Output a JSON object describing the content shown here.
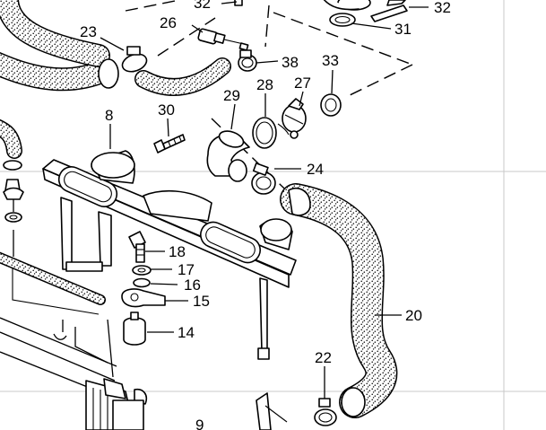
{
  "diagram": {
    "callouts": [
      {
        "id": "c32a",
        "text": "32"
      },
      {
        "id": "c32b",
        "text": "32"
      },
      {
        "id": "c26",
        "text": "26"
      },
      {
        "id": "c31",
        "text": "31"
      },
      {
        "id": "c23",
        "text": "23"
      },
      {
        "id": "c38",
        "text": "38"
      },
      {
        "id": "c33",
        "text": "33"
      },
      {
        "id": "c28",
        "text": "28"
      },
      {
        "id": "c27",
        "text": "27"
      },
      {
        "id": "c29",
        "text": "29"
      },
      {
        "id": "c30",
        "text": "30"
      },
      {
        "id": "c8",
        "text": "8"
      },
      {
        "id": "c24",
        "text": "24"
      },
      {
        "id": "c18",
        "text": "18"
      },
      {
        "id": "c17",
        "text": "17"
      },
      {
        "id": "c16",
        "text": "16"
      },
      {
        "id": "c15",
        "text": "15"
      },
      {
        "id": "c20",
        "text": "20"
      },
      {
        "id": "c14",
        "text": "14"
      },
      {
        "id": "c22",
        "text": "22"
      },
      {
        "id": "c9",
        "text": "9"
      }
    ],
    "colors": {
      "ink": "#000000",
      "paper": "#ffffff",
      "grid": "#c8c8c8"
    }
  }
}
